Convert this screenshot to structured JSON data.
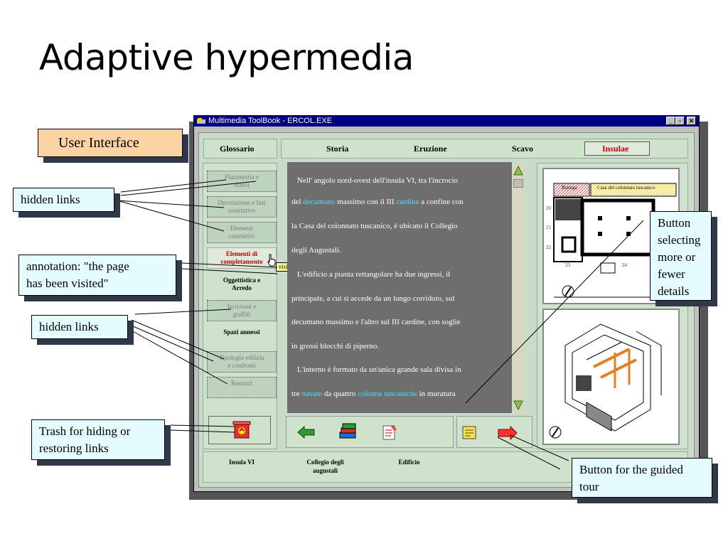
{
  "slide": {
    "title": "Adaptive hypermedia"
  },
  "callouts": {
    "user_interface": "User Interface",
    "hidden_links_1": "hidden links",
    "annotation_line1": "annotation:  \"the page",
    "annotation_line2": "has been visited\"",
    "hidden_links_2": "hidden links",
    "trash_line1": "Trash  for hiding or",
    "trash_line2": "restoring links",
    "details_lines": [
      "Button",
      "selecting",
      "more or",
      "fewer",
      "details"
    ],
    "guided_line1": "Button for the guided",
    "guided_line2": "tour"
  },
  "window": {
    "title": "Multimedia ToolBook - ERCOL.EXE",
    "controls": [
      "_",
      "▫",
      "✕"
    ]
  },
  "tabs": {
    "glossario": "Glossario",
    "storia": "Storia",
    "eruzione": "Eruzione",
    "scavo": "Scavo",
    "insulae": "Insulae"
  },
  "nav": {
    "item1_line1": "Planimetria e",
    "item1_line2": "rilievi",
    "item2_line1": "Decorazione e fasi",
    "item2_line2": "costruttive",
    "item3_line1": "Elementi",
    "item3_line2": "costruttivi",
    "item4_line1": "Elementi di",
    "item4_line2": "completamento",
    "item4_tooltip": "visitata",
    "item5_line1": "Oggettistica e",
    "item5_line2": "Arredo",
    "item6_line1": "Iscrizioni e",
    "item6_line2": "graffiti",
    "item7": "Spazi annessi",
    "item8_line1": "Tipologia edilizia",
    "item8_line2": "e confronti",
    "item9": "Restauri"
  },
  "text": {
    "l1": "Nell'  angolo  nord-ovest  dell'insula  VI,  tra  l'incrocio",
    "l2a": "del ",
    "l2_link1": "decumano",
    "l2b": " massimo con il III ",
    "l2_link2": "cardine",
    "l2c": " a confine con",
    "l3": "la  Casa  del  colonnato  tuscanico,  è  ubicato  il  Collegio",
    "l4": "degli Augustali.",
    "l5": "L'edificio  a  pianta  rettangolare  ha  due  ingressi,  il",
    "l6": "principale,  a  cui  si  accede  da  un  lungo  corridoio,   sul",
    "l7": "decumano  massimo  e  l'altro  sul  III  cardine,  con  soglie",
    "l8": "in grossi blocchi di piperno.",
    "l9": "L'interno  è  formato  da  un'unica  grande  sala  divisa  in",
    "l10a": "tre  ",
    "l10_link1": "navate",
    "l10b": "  da  quattro  ",
    "l10_link2": "colonne  tuscaniche",
    "l10c": "  in  muratura"
  },
  "plan": {
    "label_bottega": "Bottega",
    "label_casa": "Casa del colonnato tuscanico",
    "n20": "20",
    "n21": "21",
    "n22": "22",
    "n23": "23",
    "n24": "24"
  },
  "bottom": {
    "insula": "Insula VI",
    "collegio_line1": "Collegio degli",
    "collegio_line2": "augustali",
    "edificio": "Edificio"
  },
  "colors": {
    "titlebar": "#000080",
    "panel_green": "#cfe2cc",
    "link_cyan": "#3fe3ff",
    "callout_cyan": "#e4fbff",
    "callout_peach": "#fcd4a4",
    "insulae_red": "#c00000"
  },
  "icons": [
    "trash-icon",
    "back-arrow-icon",
    "books-icon",
    "notes-icon",
    "note-icon",
    "guided-tour-icon",
    "scroll-up-icon",
    "scroll-down-icon",
    "compass-icon"
  ]
}
